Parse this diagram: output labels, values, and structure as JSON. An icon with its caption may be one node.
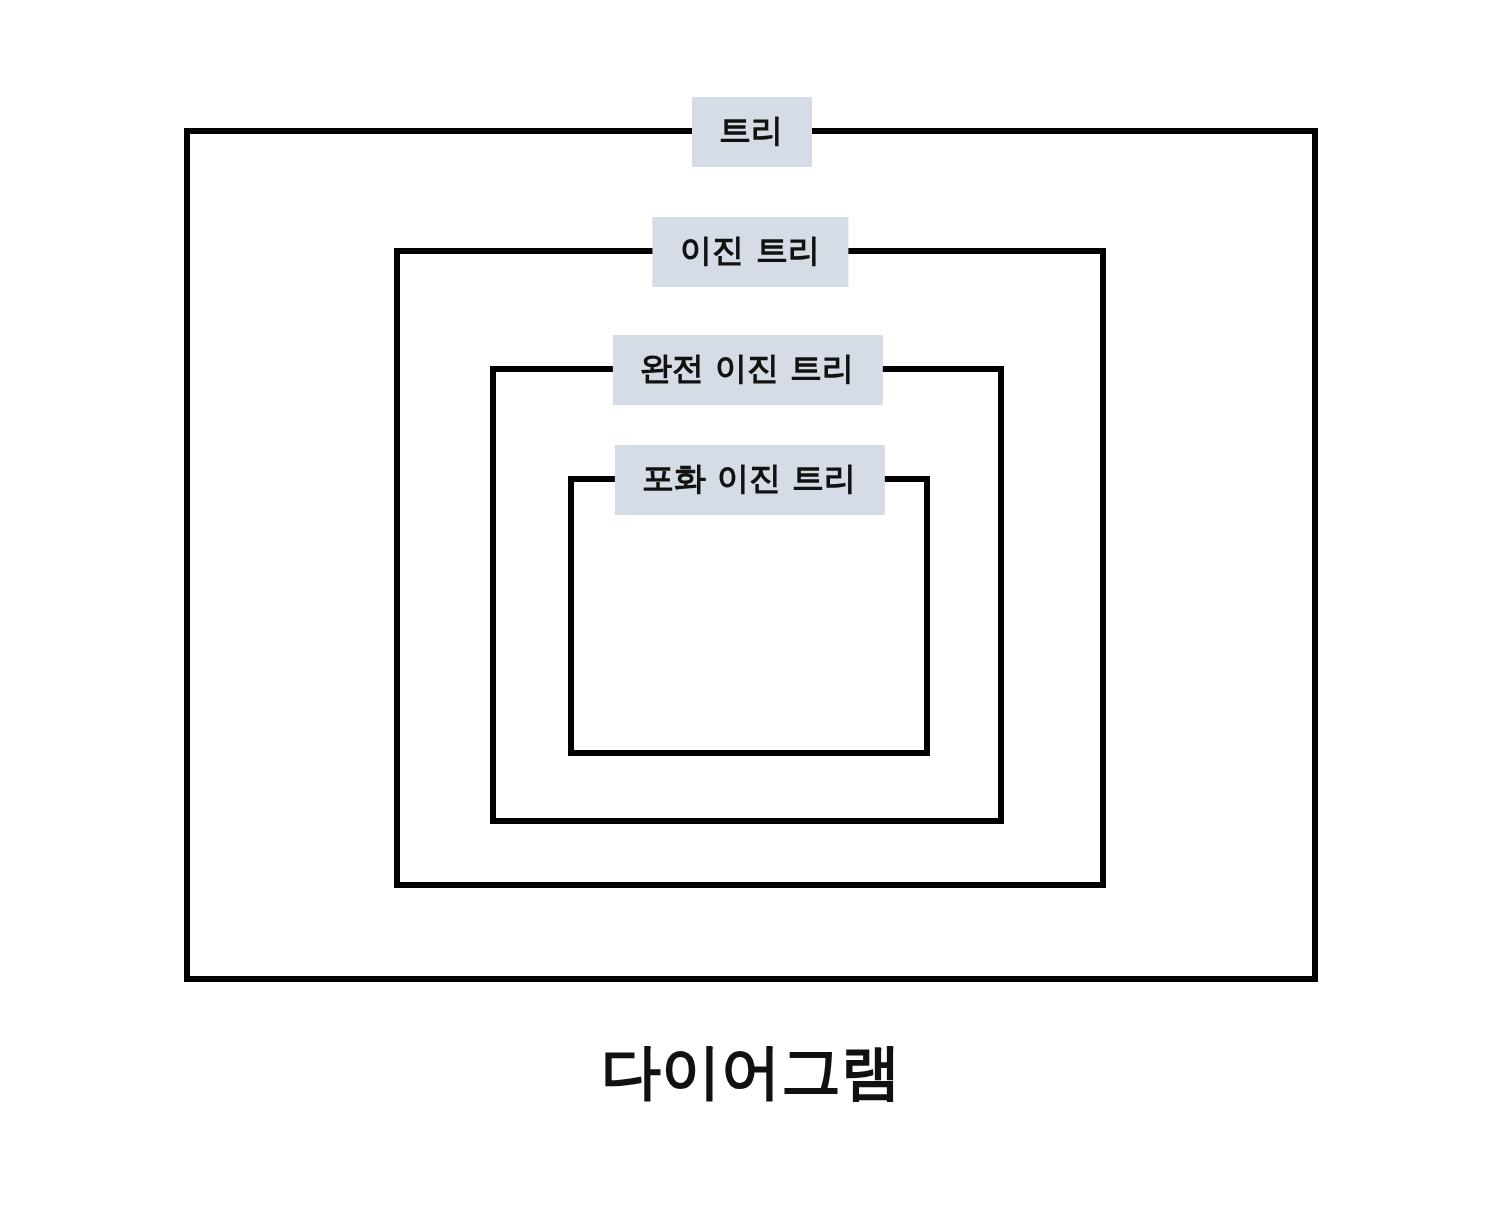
{
  "diagram": {
    "caption": "다이어그램",
    "nodes": [
      {
        "text": [
          "트리"
        ]
      },
      {
        "text": [
          "이진 트리"
        ],
        "in": 0
      },
      {
        "text": [
          "완전 이진 트리"
        ],
        "in": 1
      },
      {
        "text": [
          "포화 이진 트리"
        ],
        "in": 2
      }
    ]
  }
}
